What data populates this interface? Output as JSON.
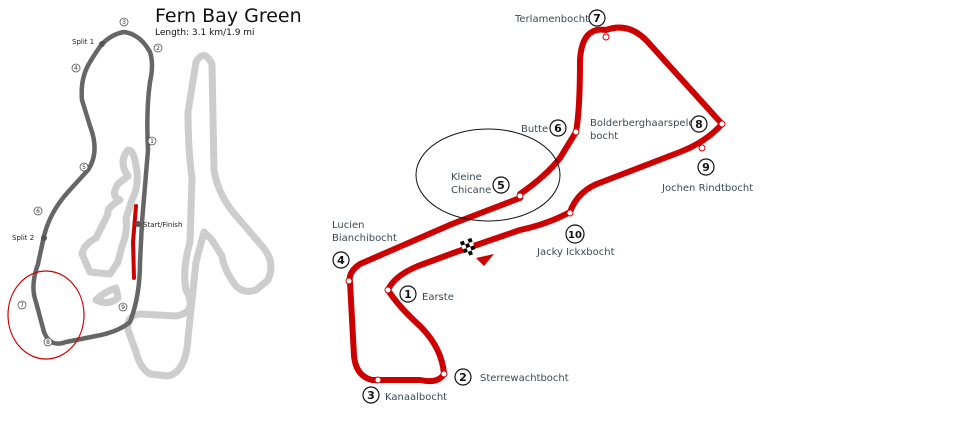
{
  "left_map": {
    "title": "Fern Bay Green",
    "length": "Length: 3.1 km/1.9 mi",
    "split1": "Split 1",
    "split2": "Split 2",
    "start_finish": "Start/Finish",
    "markers": [
      "1",
      "2",
      "3",
      "4",
      "5",
      "6",
      "7",
      "8",
      "9"
    ],
    "colors": {
      "track": "#666666",
      "inactive": "#cccccc",
      "highlight": "#cc0000"
    }
  },
  "right_map": {
    "corners": [
      {
        "num": "1",
        "label": "Earste"
      },
      {
        "num": "2",
        "label": "Sterrewachtbocht"
      },
      {
        "num": "3",
        "label": "Kanaalbocht"
      },
      {
        "num": "4",
        "label_line1": "Lucien",
        "label_line2": "Bianchibocht"
      },
      {
        "num": "5",
        "label_line1": "Kleine",
        "label_line2": "Chicane"
      },
      {
        "num": "6",
        "label": "Butte"
      },
      {
        "num": "7",
        "label": "Terlamenbocht"
      },
      {
        "num": "8",
        "label_line1": "Bolderberghaarspeld-",
        "label_line2": "bocht"
      },
      {
        "num": "9",
        "label": "Jochen Rindtbocht"
      },
      {
        "num": "10",
        "label": "Jacky Ickxbocht"
      }
    ],
    "colors": {
      "track": "#cc0000",
      "label": "#3a4a55"
    }
  }
}
